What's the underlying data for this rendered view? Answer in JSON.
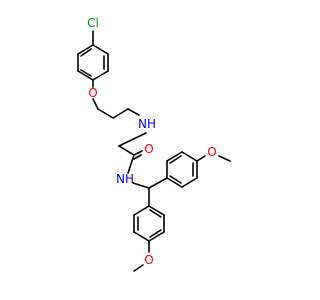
{
  "colors": {
    "bond": "#000000",
    "carbon": "#000000",
    "chlorine": "#00a000",
    "oxygen": "#ff0000",
    "nitrogen": "#0000ff"
  },
  "atoms": {
    "chlorine": "Cl",
    "ether_oxygen": "O",
    "amine": "NH",
    "amide_oxygen": "O",
    "amide_nitrogen": "NH",
    "methoxy_oxygen_upper": "O",
    "methoxy_oxygen_lower": "O"
  }
}
